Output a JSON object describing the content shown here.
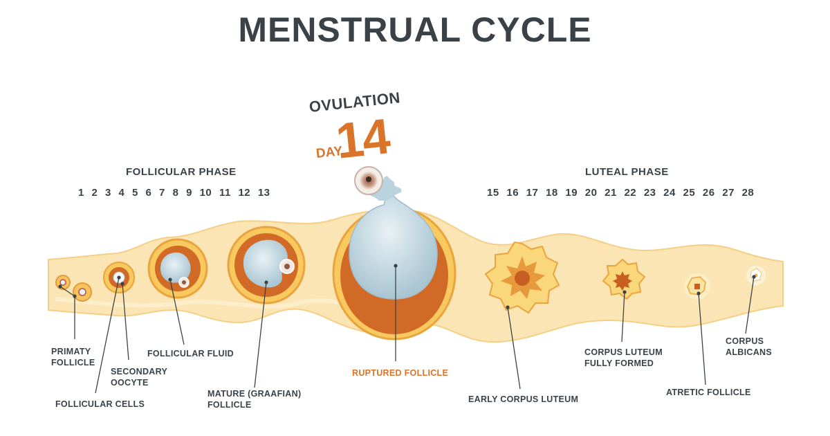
{
  "title": "MENSTRUAL CYCLE",
  "ovulation": {
    "label": "OVULATION",
    "day_word": "DAY",
    "day_number": "14"
  },
  "phases": {
    "follicular": {
      "label": "FOLLICULAR  PHASE",
      "days": "1 2 3 4 5 6 7 8 9 10 11 12 13"
    },
    "luteal": {
      "label": "LUTEAL PHASE",
      "days": "15 16 17 18 19 20 21 22 23 24 25 26 27 28"
    }
  },
  "labels": {
    "primary_follicle": [
      "PRIMATY",
      "FOLLICLE"
    ],
    "follicular_cells": "FOLLICULAR CELLS",
    "secondary_oocyte": [
      "SECONDARY",
      "OOCYTE"
    ],
    "follicular_fluid": "FOLLICULAR FLUID",
    "mature_follicle": [
      "MATURE (GRAAFIAN)",
      "FOLLICLE"
    ],
    "ruptured_follicle": "RUPTURED FOLLICLE",
    "early_corpus_luteum": "EARLY CORPUS LUTEUM",
    "corpus_luteum_formed": [
      "CORPUS LUTEUM",
      "FULLY FORMED"
    ],
    "atretic_follicle": "ATRETIC FOLLICLE",
    "corpus_albicans": [
      "CORPUS",
      "ALBICANS"
    ]
  },
  "colors": {
    "text_dark": "#3a4248",
    "accent_orange": "#d9742a",
    "tissue": "#fbe5b4",
    "follicle_ring": "#f3b445",
    "granulosa": "#d26a27",
    "fluid": "#c9dbe4"
  }
}
